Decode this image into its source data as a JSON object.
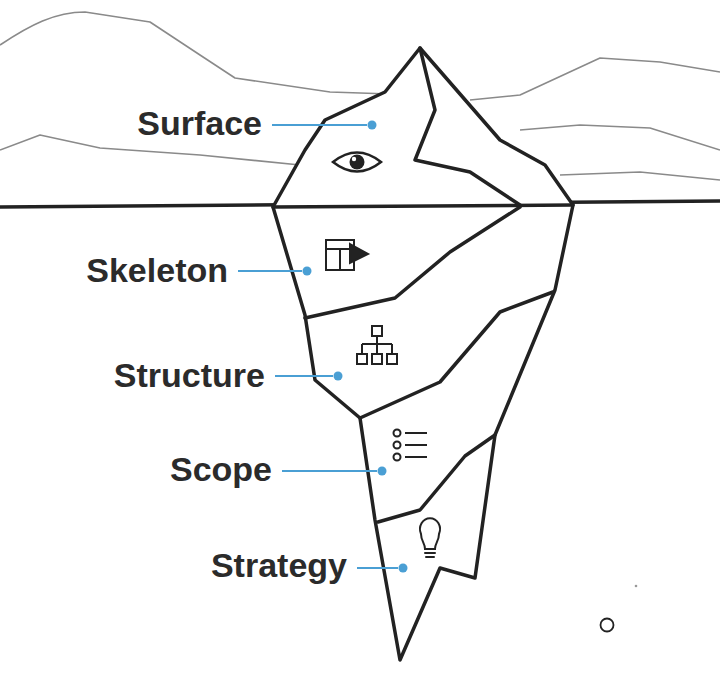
{
  "diagram": {
    "labels": [
      "Surface",
      "Skeleton",
      "Structure",
      "Scope",
      "Strategy"
    ]
  }
}
